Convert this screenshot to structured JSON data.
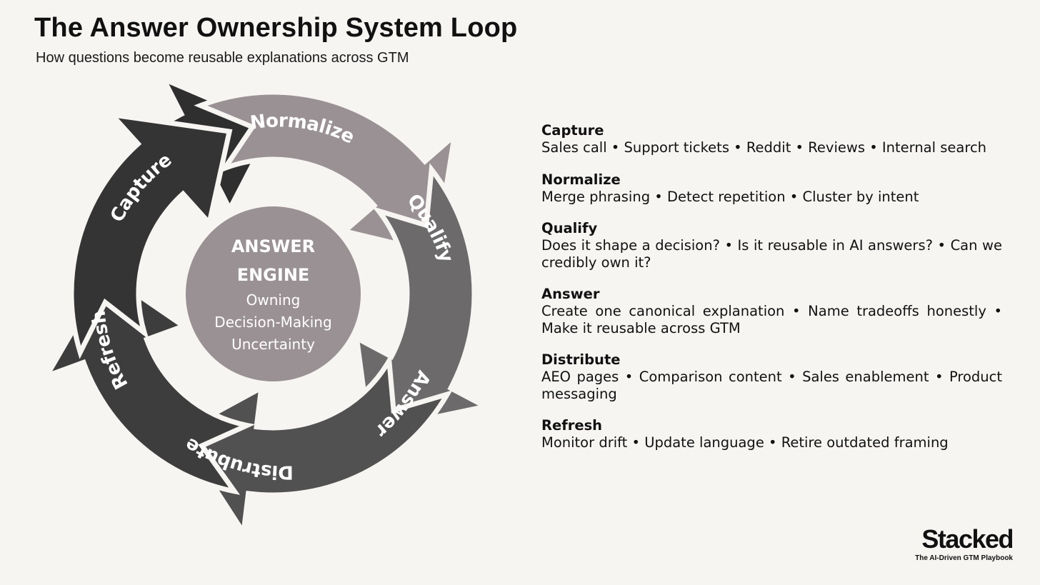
{
  "title": "The Answer Ownership System Loop",
  "subtitle": "How questions become reusable explanations across GTM",
  "cycle": {
    "steps": [
      {
        "label": "Capture",
        "color": "#2f2f30"
      },
      {
        "label": "Normalize",
        "color": "#9a9195"
      },
      {
        "label": "Qualify",
        "color": "#6c6a6b"
      },
      {
        "label": "Answer",
        "color": "#525151"
      },
      {
        "label": "Distrubute",
        "color": "#3e3d3e"
      },
      {
        "label": "Refresh",
        "color": "#353435"
      }
    ],
    "center": {
      "title": "ANSWER ENGINE",
      "lines": [
        "Owning",
        "Decision-Making",
        "Uncertainty"
      ],
      "color": "#9a9195"
    }
  },
  "descriptions": [
    {
      "name": "Capture",
      "text": "Sales call • Support tickets • Reddit • Reviews  • Internal search"
    },
    {
      "name": "Normalize",
      "text": "Merge phrasing • Detect repetition • Cluster by intent"
    },
    {
      "name": "Qualify",
      "text": "Does it shape a decision? • Is it reusable in AI answers? • Can we credibly own it?"
    },
    {
      "name": "Answer",
      "text": "Create one canonical explanation •  Name tradeoffs honestly • Make it reusable across GTM"
    },
    {
      "name": "Distribute",
      "text": "AEO pages • Comparison content • Sales enablement • Product messaging"
    },
    {
      "name": "Refresh",
      "text": "Monitor drift • Update language • Retire outdated framing"
    }
  ],
  "brand": {
    "name": "Stacked",
    "tagline": "The AI-Driven GTM Playbook"
  }
}
